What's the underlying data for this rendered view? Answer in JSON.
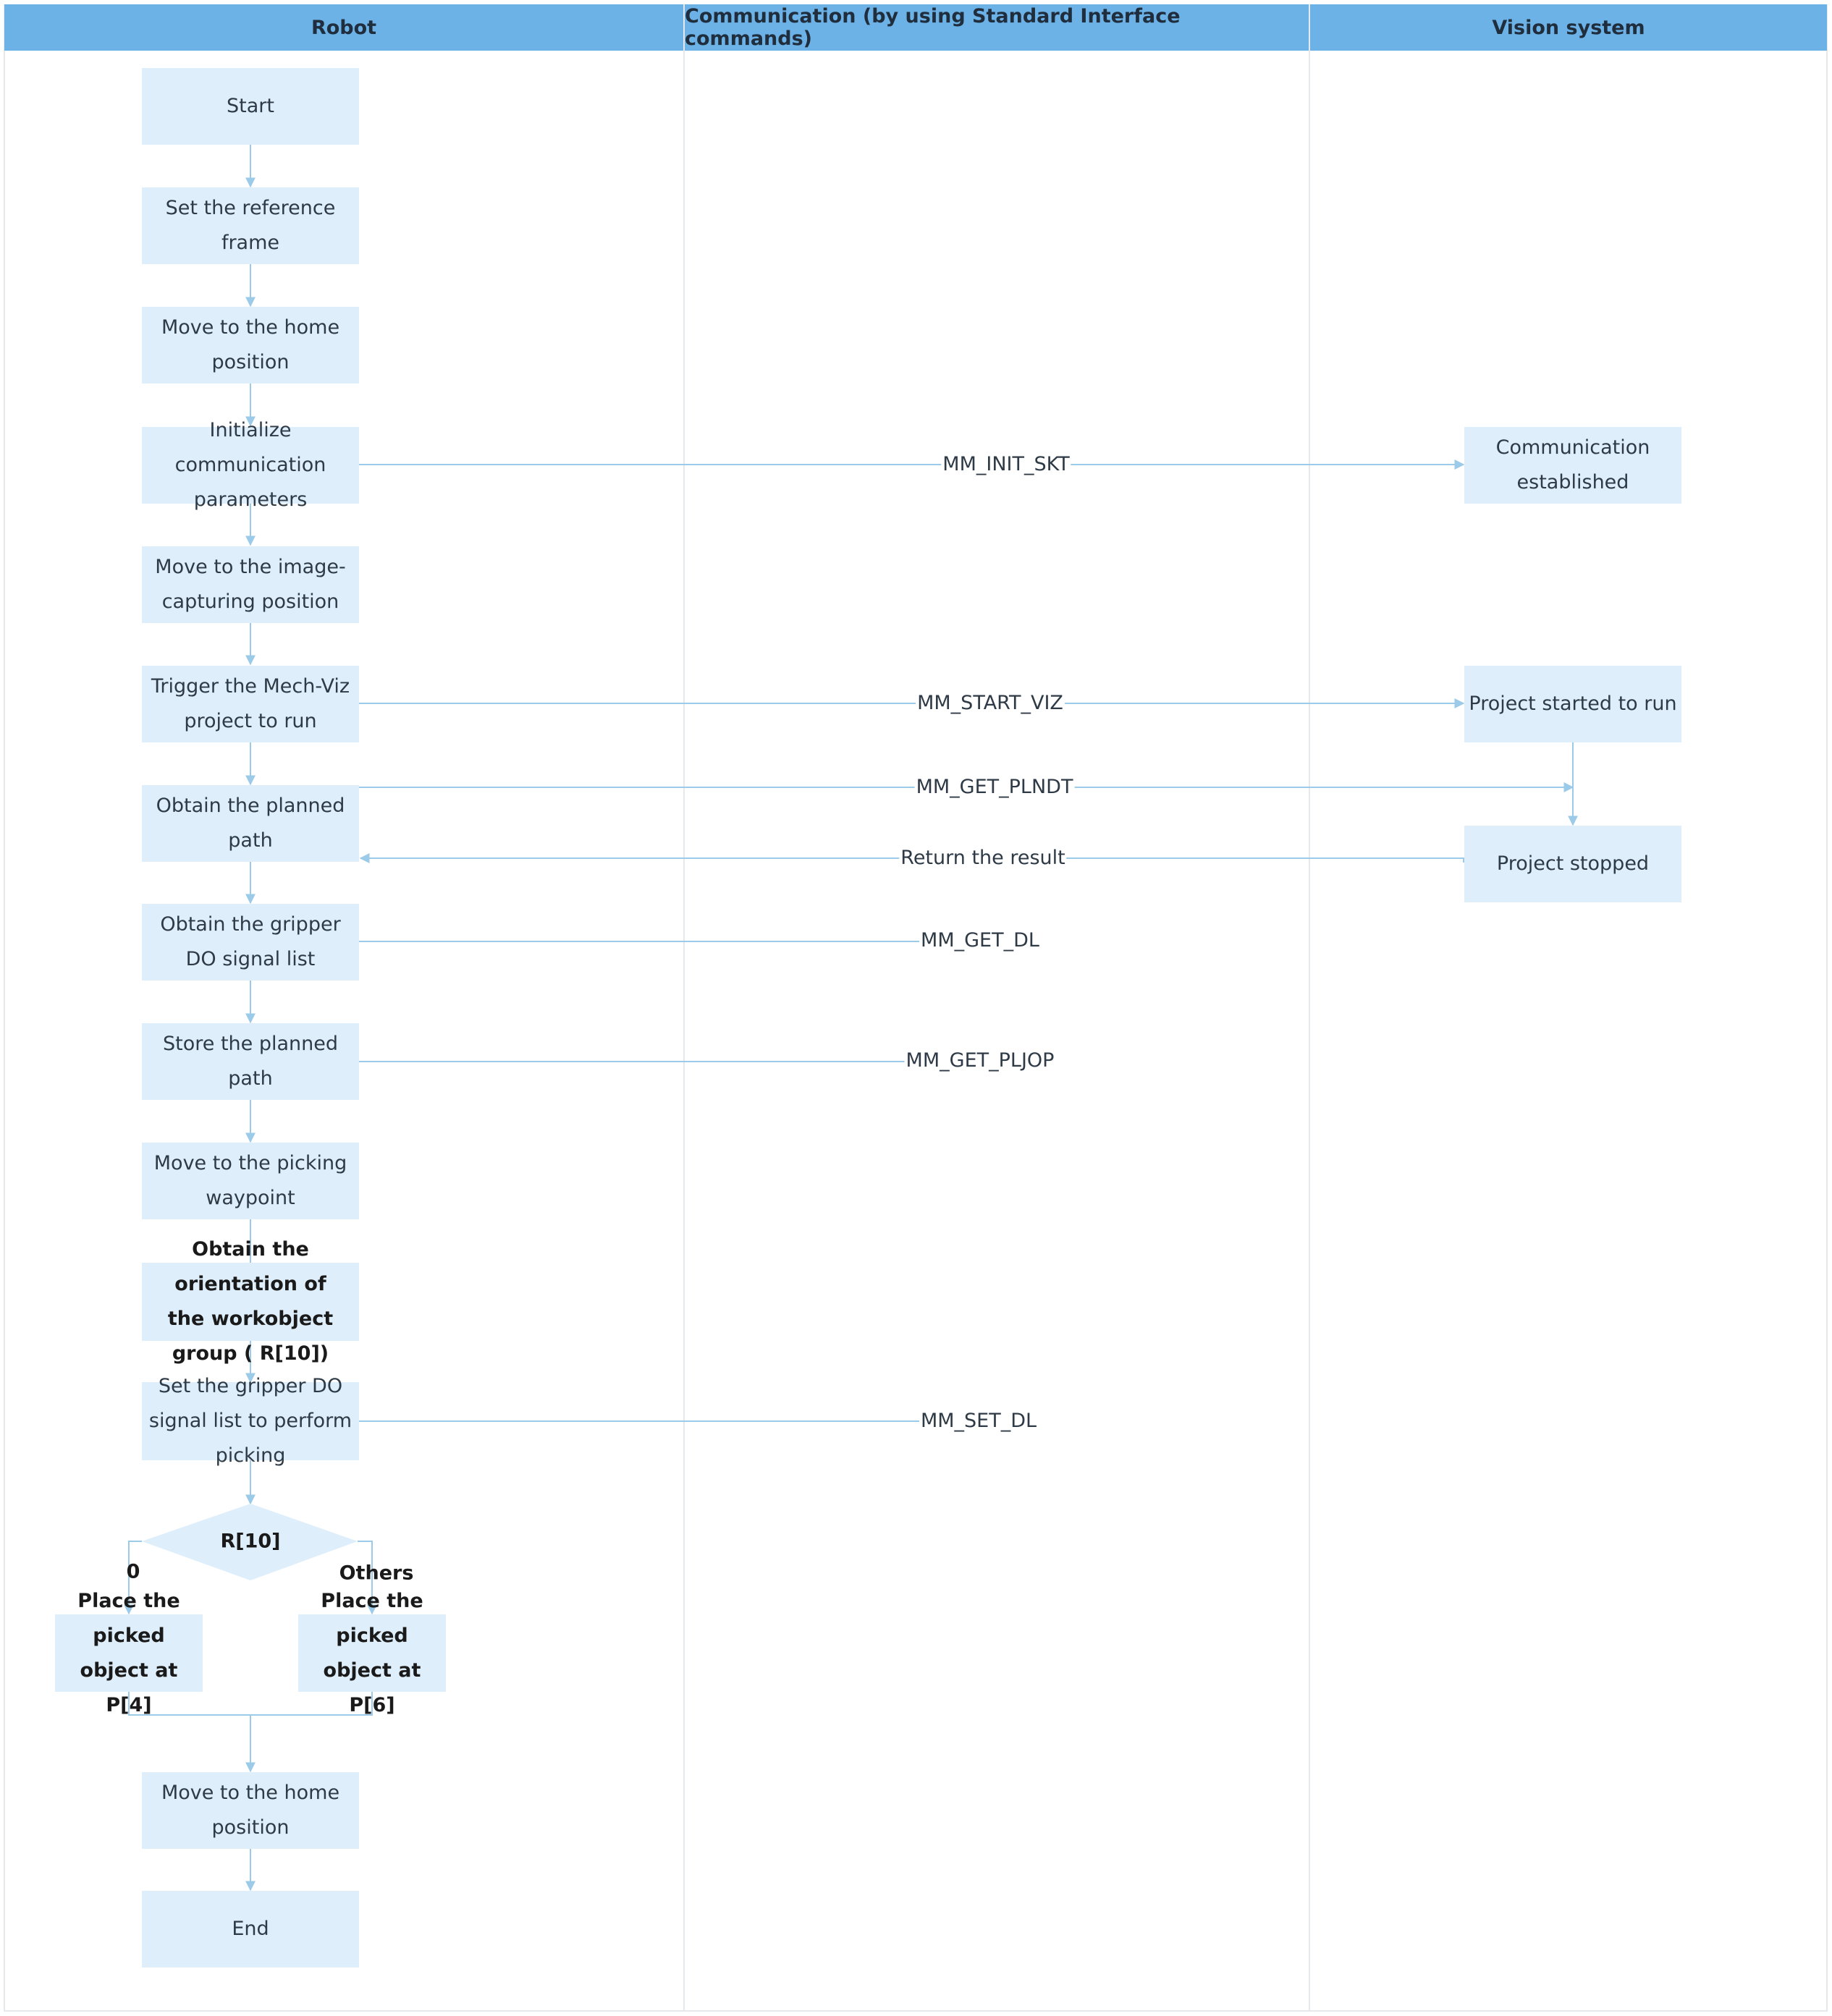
{
  "headers": {
    "robot": "Robot",
    "communication": "Communication (by using Standard Interface commands)",
    "vision": "Vision system"
  },
  "robot_steps": {
    "start": "Start",
    "set_reference_frame": "Set the reference frame",
    "move_home_1": "Move to the home position",
    "init_comm": "Initialize communication parameters",
    "move_image_capture": "Move to the image-capturing position",
    "trigger_viz": "Trigger the Mech-Viz project to run",
    "obtain_path": "Obtain the planned path",
    "obtain_do_list": "Obtain the gripper DO signal list",
    "store_path": "Store the planned path",
    "move_picking": "Move to the picking waypoint",
    "obtain_orientation": "Obtain the orientation of the workobject group ( R[10])",
    "set_do_list": "Set the gripper DO signal list to perform picking",
    "decision": "R[10]",
    "branch_zero": "0",
    "branch_others": "Others",
    "place_p4": "Place the picked object at P[4]",
    "place_p6": "Place the picked object at P[6]",
    "move_home_2": "Move to the home position",
    "end": "End"
  },
  "vision_steps": {
    "comm_established": "Communication established",
    "project_started": "Project started to run",
    "project_stopped": "Project stopped"
  },
  "commands": {
    "init_skt": "MM_INIT_SKT",
    "start_viz": "MM_START_VIZ",
    "get_plndt": "MM_GET_PLNDT",
    "return_result": "Return the result",
    "get_dl": "MM_GET_DL",
    "get_pljop": "MM_GET_PLJOP",
    "set_dl": "MM_SET_DL"
  },
  "colors": {
    "header_bg": "#6cb2e6",
    "node_bg": "#deeefa",
    "connector": "#9ccbe9",
    "lane_border": "#e6e9ec"
  }
}
